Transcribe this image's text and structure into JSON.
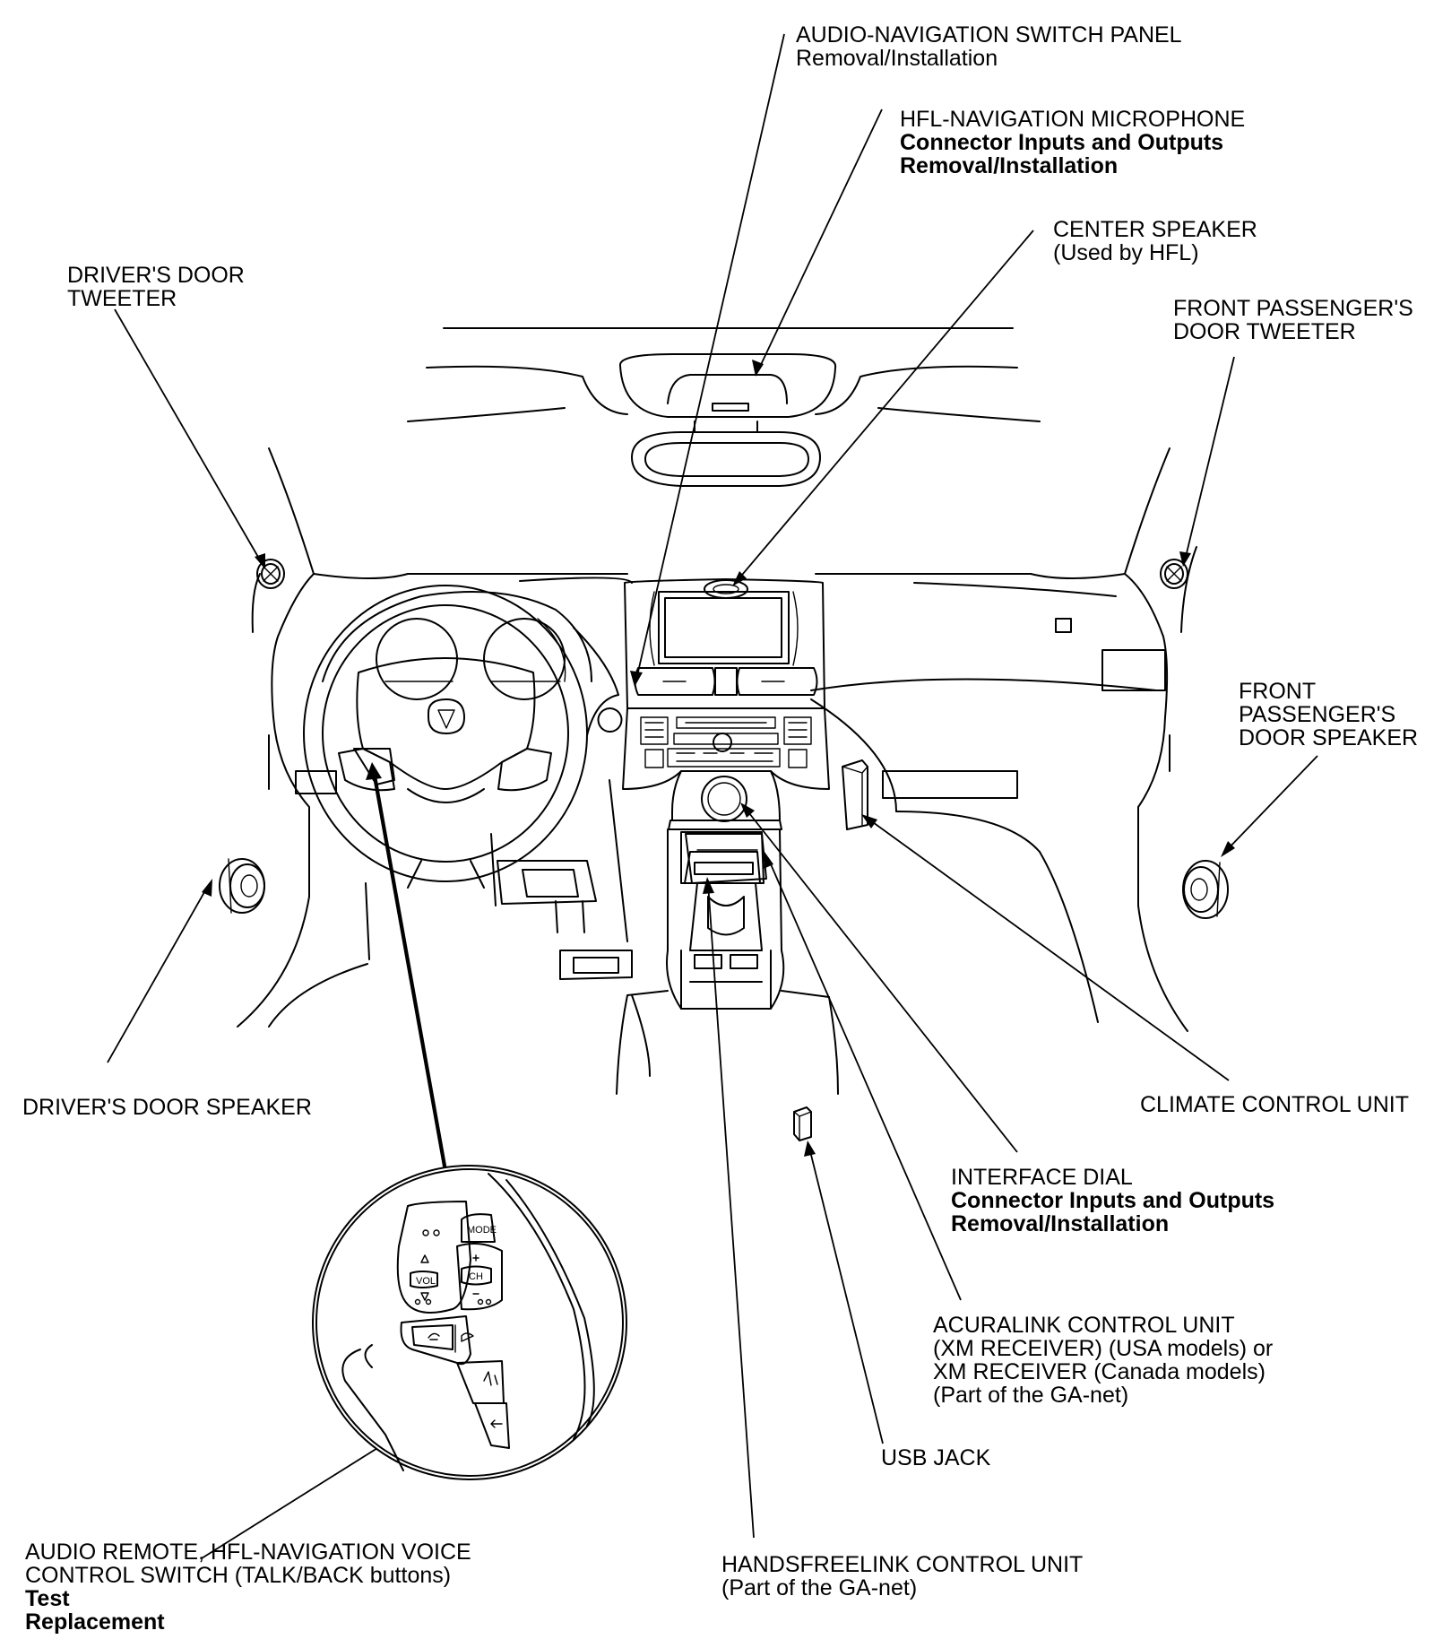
{
  "labels": {
    "audio_nav_panel": [
      "AUDIO-NAVIGATION SWITCH PANEL",
      "Removal/Installation"
    ],
    "hfl_microphone": [
      "HFL-NAVIGATION MICROPHONE",
      "Connector Inputs and Outputs",
      "Removal/Installation"
    ],
    "center_speaker": [
      "CENTER SPEAKER",
      "(Used by HFL)"
    ],
    "drivers_door_tweeter": [
      "DRIVER'S DOOR",
      "TWEETER"
    ],
    "front_passenger_tweeter": [
      "FRONT PASSENGER'S",
      "DOOR TWEETER"
    ],
    "front_passenger_speaker": [
      "FRONT",
      "PASSENGER'S",
      "DOOR SPEAKER"
    ],
    "drivers_door_speaker": [
      "DRIVER'S DOOR SPEAKER"
    ],
    "climate_control": [
      "CLIMATE CONTROL UNIT"
    ],
    "interface_dial": [
      "INTERFACE DIAL",
      "Connector Inputs and Outputs",
      "Removal/Installation"
    ],
    "acuralink": [
      "ACURALINK CONTROL UNIT",
      "(XM RECEIVER) (USA models) or",
      "XM RECEIVER (Canada models)",
      "(Part of the GA-net)"
    ],
    "usb_jack": [
      "USB JACK"
    ],
    "handsfreelink": [
      "HANDSFREELINK CONTROL UNIT",
      "(Part of the GA-net)"
    ],
    "audio_remote": [
      "AUDIO REMOTE, HFL-NAVIGATION VOICE",
      "CONTROL SWITCH (TALK/BACK buttons)",
      "Test",
      "Replacement"
    ]
  },
  "switch_buttons": {
    "mode": "MODE",
    "vol": "VOL",
    "ch": "CH"
  }
}
